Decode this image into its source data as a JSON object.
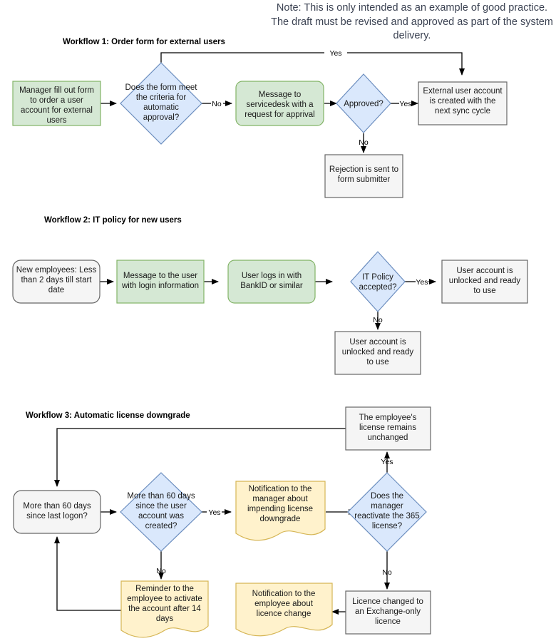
{
  "note": {
    "text": "Note: This is only intended as an example of good practice. The draft must be revised and approved as part of the system delivery."
  },
  "colors": {
    "green_fill": "#d5e8d4",
    "green_stroke": "#82b366",
    "blue_fill": "#dae8fc",
    "blue_stroke": "#6c8ebf",
    "gray_fill": "#f5f5f5",
    "gray_stroke": "#666666",
    "yellow_fill": "#fff2cc",
    "yellow_stroke": "#d6b656",
    "edge": "#000000",
    "note_text": "#3b4252"
  },
  "workflows": [
    {
      "id": "workflow-1",
      "title": "Workflow 1: Order form for external users",
      "nodes": [
        {
          "id": "w1-n1",
          "shape": "rect",
          "style": "green",
          "lines": [
            "Manager fill out form",
            "to order a user",
            "account for external",
            "users"
          ]
        },
        {
          "id": "w1-n2",
          "shape": "diamond",
          "style": "blue",
          "lines": [
            "Does the form meet",
            "the criteria for",
            "automatic",
            "approval?"
          ]
        },
        {
          "id": "w1-n3",
          "shape": "rounded",
          "style": "green",
          "lines": [
            "Message to",
            "servicedesk with a",
            "request for apprival"
          ]
        },
        {
          "id": "w1-n4",
          "shape": "diamond",
          "style": "blue",
          "lines": [
            "Approved?"
          ]
        },
        {
          "id": "w1-n5",
          "shape": "rect",
          "style": "gray",
          "lines": [
            "External user account",
            "is created with the",
            "next sync cycle"
          ]
        },
        {
          "id": "w1-n6",
          "shape": "rect",
          "style": "gray",
          "lines": [
            "Rejection is sent to",
            "form submitter"
          ]
        }
      ],
      "edge_labels": [
        "Yes",
        "No",
        "Yes",
        "No"
      ]
    },
    {
      "id": "workflow-2",
      "title": "Workflow 2: IT policy for new users",
      "nodes": [
        {
          "id": "w2-n1",
          "shape": "rounded",
          "style": "gray",
          "lines": [
            "New employees: Less",
            "than 2 days till start",
            "date"
          ]
        },
        {
          "id": "w2-n2",
          "shape": "rect",
          "style": "green",
          "lines": [
            "Message to the user",
            "with login information"
          ]
        },
        {
          "id": "w2-n3",
          "shape": "rounded",
          "style": "green",
          "lines": [
            "User logs in with",
            "BankID or similar"
          ]
        },
        {
          "id": "w2-n4",
          "shape": "diamond",
          "style": "blue",
          "lines": [
            "IT Policy",
            "accepted?"
          ]
        },
        {
          "id": "w2-n5",
          "shape": "rect",
          "style": "gray",
          "lines": [
            "User account is",
            "unlocked and ready",
            "to use"
          ]
        },
        {
          "id": "w2-n6",
          "shape": "rect",
          "style": "gray",
          "lines": [
            "User account is",
            "unlocked and ready",
            "to use"
          ]
        }
      ],
      "edge_labels": [
        "Yes",
        "No"
      ]
    },
    {
      "id": "workflow-3",
      "title": "Workflow 3: Automatic license downgrade",
      "nodes": [
        {
          "id": "w3-n1",
          "shape": "rounded",
          "style": "gray",
          "lines": [
            "More than 60 days",
            "since last logon?"
          ]
        },
        {
          "id": "w3-n2",
          "shape": "diamond",
          "style": "blue",
          "lines": [
            "More than 60 days",
            "since the user",
            "account was",
            "created?"
          ]
        },
        {
          "id": "w3-n3",
          "shape": "document",
          "style": "yellow",
          "lines": [
            "Notification to the",
            "manager about",
            "impending license",
            "downgrade"
          ]
        },
        {
          "id": "w3-n4",
          "shape": "diamond",
          "style": "blue",
          "lines": [
            "Does the",
            "manager",
            "reactivate the 365",
            "license?"
          ]
        },
        {
          "id": "w3-n5",
          "shape": "rect",
          "style": "gray",
          "lines": [
            "The employee's",
            "license remains",
            "unchanged"
          ]
        },
        {
          "id": "w3-n6",
          "shape": "document",
          "style": "yellow",
          "lines": [
            "Reminder to the",
            "employee to activate",
            "the account after 14",
            "days"
          ]
        },
        {
          "id": "w3-n7",
          "shape": "document",
          "style": "yellow",
          "lines": [
            "Notification to the",
            "employee about",
            "licence change"
          ]
        },
        {
          "id": "w3-n8",
          "shape": "rect",
          "style": "gray",
          "lines": [
            "Licence changed to",
            "an Exchange-only",
            "licence"
          ]
        }
      ],
      "edge_labels": [
        "Yes",
        "Yes",
        "No",
        "No"
      ]
    }
  ]
}
